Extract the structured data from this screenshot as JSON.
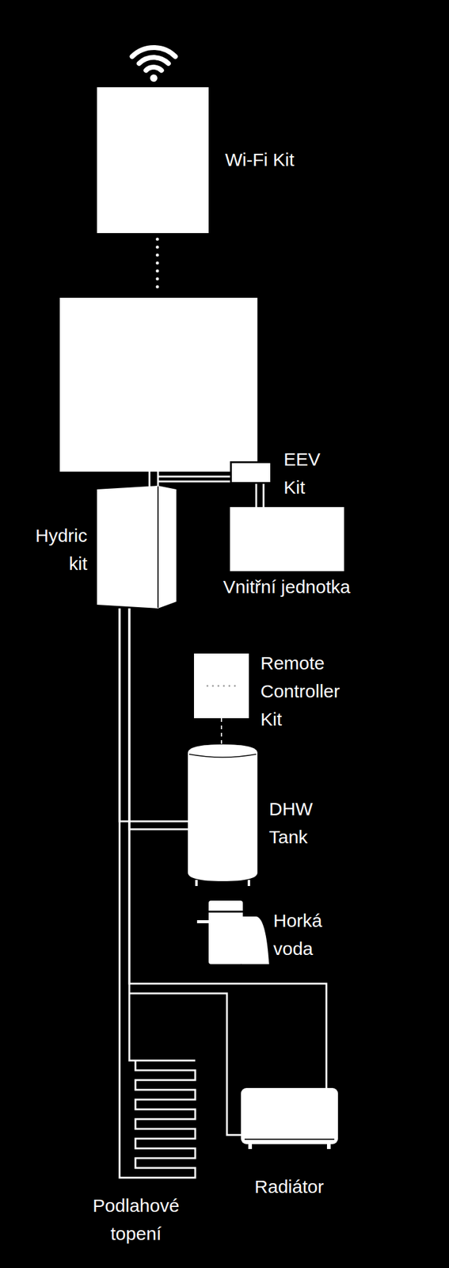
{
  "diagram": {
    "nodes": [
      {
        "text": [
          "Wi-Fi Kit"
        ]
      },
      {
        "text": [
          "EEV Kit"
        ]
      },
      {
        "text": [
          "Vnitřní jednotka"
        ]
      },
      {
        "text": [
          "Hydric kit"
        ]
      },
      {
        "text": [
          "Remote Controller Kit"
        ]
      },
      {
        "text": [
          "DHW Tank"
        ]
      },
      {
        "text": [
          "Podlahové topení"
        ]
      },
      {
        "text": [
          "Radiátor"
        ]
      }
    ],
    "edges": [
      {
        "from": 1,
        "to": 2,
        "arrow": "none"
      },
      {
        "from": 3,
        "to": 5,
        "arrow": "none"
      },
      {
        "from": 4,
        "to": 5,
        "arrow": "none"
      },
      {
        "from": 3,
        "to": 6,
        "arrow": "none"
      },
      {
        "from": 3,
        "to": 7,
        "arrow": "none"
      }
    ],
    "labels": [
      "Horká voda"
    ]
  }
}
